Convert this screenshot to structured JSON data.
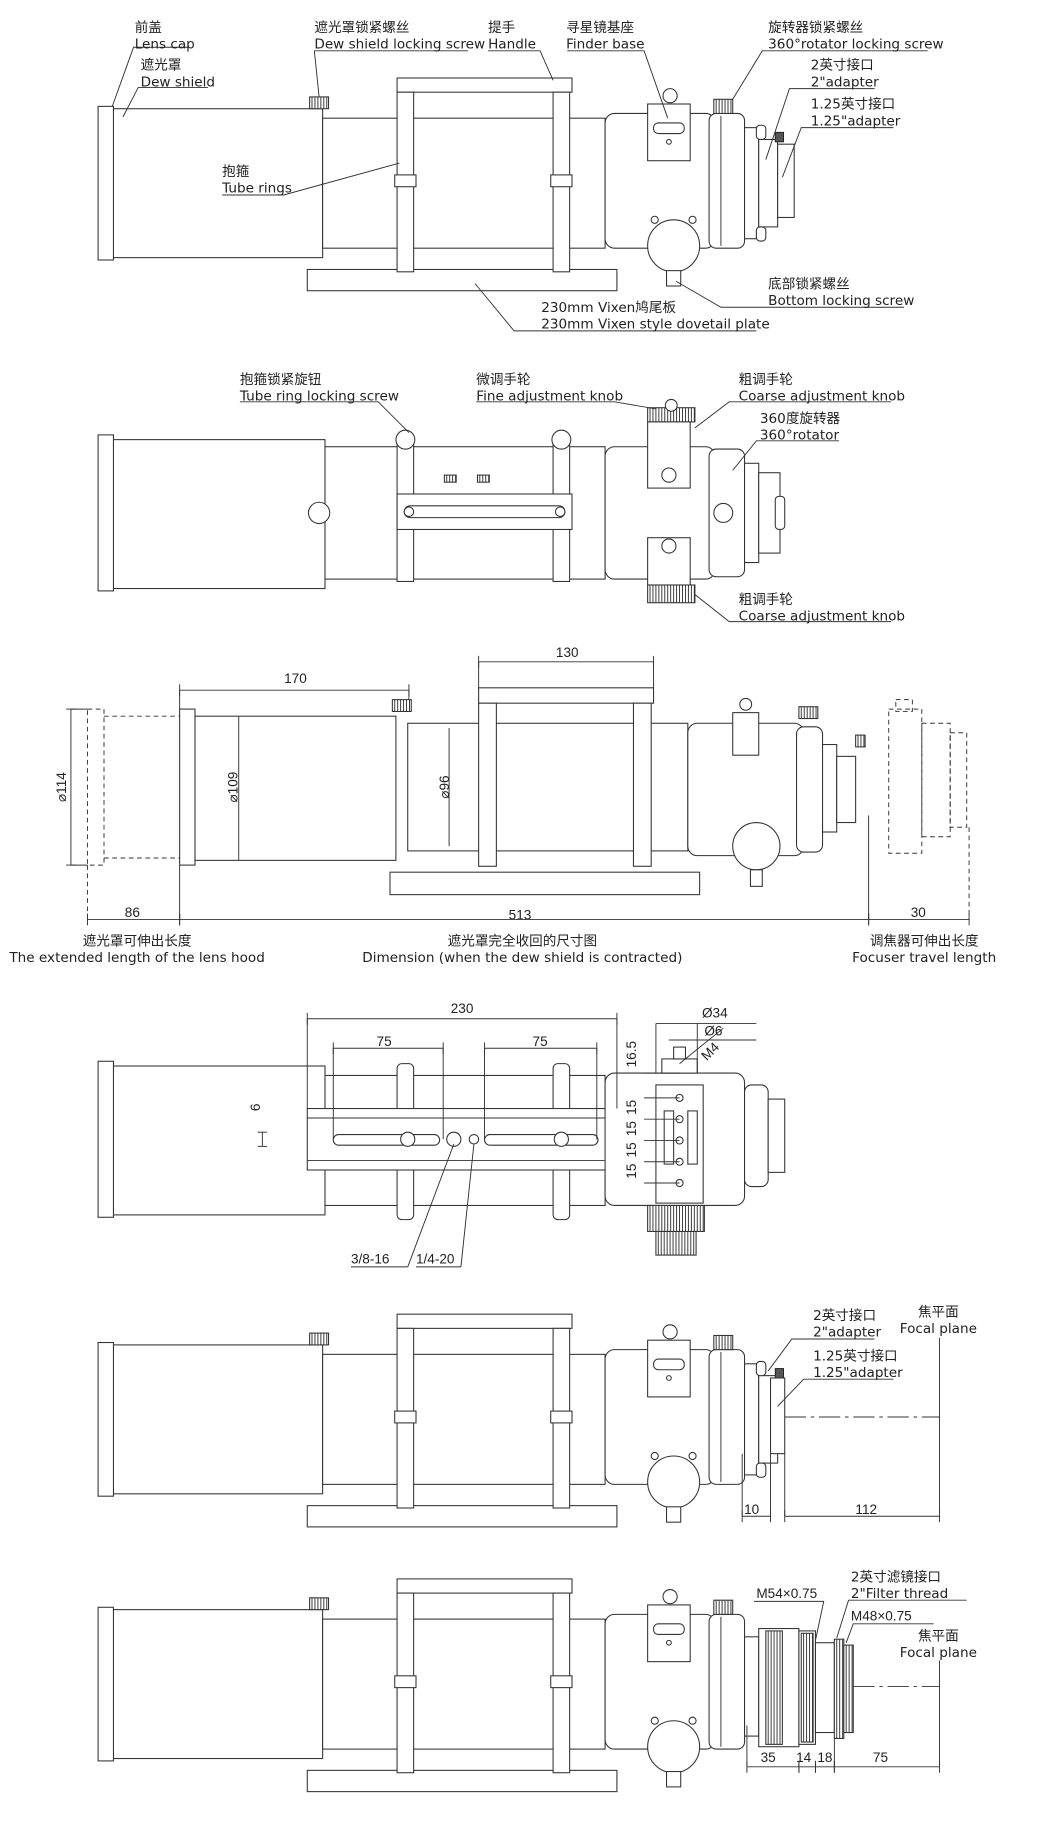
{
  "panel_side": {
    "lens_cap": {
      "zh": "前盖",
      "en": "Lens cap"
    },
    "dew_shield": {
      "zh": "遮光罩",
      "en": "Dew shield"
    },
    "dew_screw": {
      "zh": "遮光罩锁紧螺丝",
      "en": "Dew shield locking screw"
    },
    "handle": {
      "zh": "提手",
      "en": "Handle"
    },
    "finder_base": {
      "zh": "寻星镜基座",
      "en": "Finder base"
    },
    "rotator_screw": {
      "zh": "旋转器锁紧螺丝",
      "en": "360°rotator locking screw"
    },
    "adapter_2": {
      "zh": "2英寸接口",
      "en": "2\"adapter"
    },
    "adapter_125": {
      "zh": "1.25英寸接口",
      "en": "1.25\"adapter"
    },
    "tube_rings": {
      "zh": "抱箍",
      "en": "Tube rings"
    },
    "bottom_screw": {
      "zh": "底部锁紧螺丝",
      "en": "Bottom locking screw"
    },
    "dovetail": {
      "zh": "230mm Vixen鸠尾板",
      "en": "230mm Vixen style dovetail plate"
    }
  },
  "panel_top": {
    "ring_screw": {
      "zh": "抱箍锁紧旋钮",
      "en": "Tube ring locking screw"
    },
    "fine_knob": {
      "zh": "微调手轮",
      "en": "Fine adjustment knob"
    },
    "coarse_knob_top": {
      "zh": "粗调手轮",
      "en": "Coarse adjustment knob"
    },
    "rotator": {
      "zh": "360度旋转器",
      "en": "360°rotator"
    },
    "coarse_knob_bottom": {
      "zh": "粗调手轮",
      "en": "Coarse adjustment knob"
    }
  },
  "panel_dimensions": {
    "dim_130": "130",
    "dim_170": "170",
    "dia_114": "⌀114",
    "dia_109": "⌀109",
    "dia_96": "⌀96",
    "dim_86": "86",
    "dim_513": "513",
    "dim_30": "30",
    "hood": {
      "zh": "遮光罩可伸出长度",
      "en": "The extended length of the lens hood"
    },
    "contracted": {
      "zh": "遮光罩完全收回的尺寸图",
      "en": "Dimension (when the dew shield is contracted)"
    },
    "focuser": {
      "zh": "调焦器可伸出长度",
      "en": "Focuser travel length"
    }
  },
  "panel_bottom": {
    "dim_230": "230",
    "dim_75a": "75",
    "dim_75b": "75",
    "dia_34": "Ø34",
    "dia_6": "Ø6",
    "m4": "M4",
    "dim_16_5": "16.5",
    "dim_6": "6",
    "dim_15s": [
      "15",
      "15",
      "15",
      "15"
    ],
    "thread_38": "3/8-16",
    "thread_14": "1/4-20"
  },
  "panel_focal_visual": {
    "adapter_2": {
      "zh": "2英寸接口",
      "en": "2\"adapter"
    },
    "adapter_125": {
      "zh": "1.25英寸接口",
      "en": "1.25\"adapter"
    },
    "focal_plane": {
      "zh": "焦平面",
      "en": "Focal plane"
    },
    "dim_10": "10",
    "dim_112": "112"
  },
  "panel_focal_photo": {
    "m54": "M54×0.75",
    "filter": {
      "zh": "2英寸滤镜接口",
      "en": "2\"Filter thread"
    },
    "m48": "M48×0.75",
    "focal_plane": {
      "zh": "焦平面",
      "en": "Focal plane"
    },
    "dim_35": "35",
    "dim_14": "14",
    "dim_18": "18",
    "dim_75": "75"
  }
}
